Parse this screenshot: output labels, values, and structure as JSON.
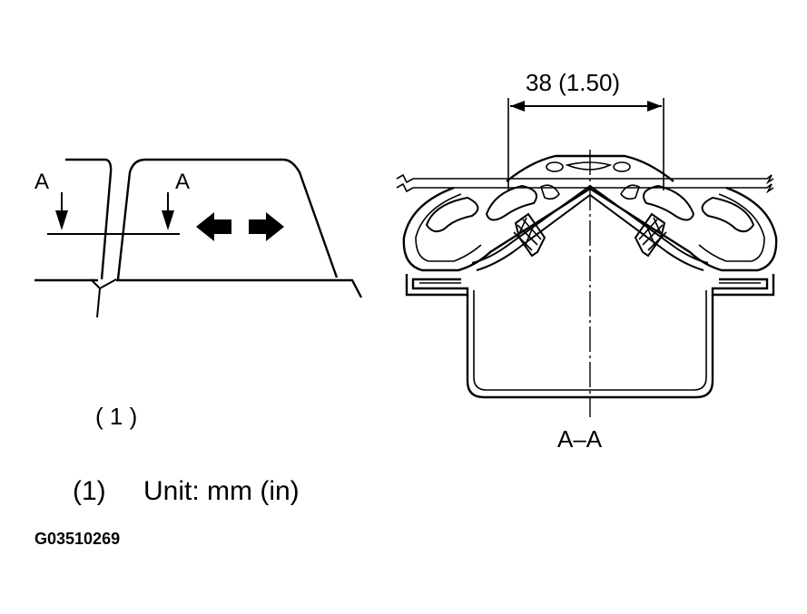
{
  "figure": {
    "left_view": {
      "section_mark_left": "A",
      "section_mark_right": "A",
      "callout": "( 1 )"
    },
    "right_view": {
      "dimension": "38 (1.50)",
      "section_label": "A–A"
    },
    "legend": {
      "number": "(1)",
      "text": "Unit: mm (in)"
    },
    "figure_code": "G03510269",
    "icons": [
      "arrow-down-icon",
      "double-arrow-icon"
    ]
  }
}
